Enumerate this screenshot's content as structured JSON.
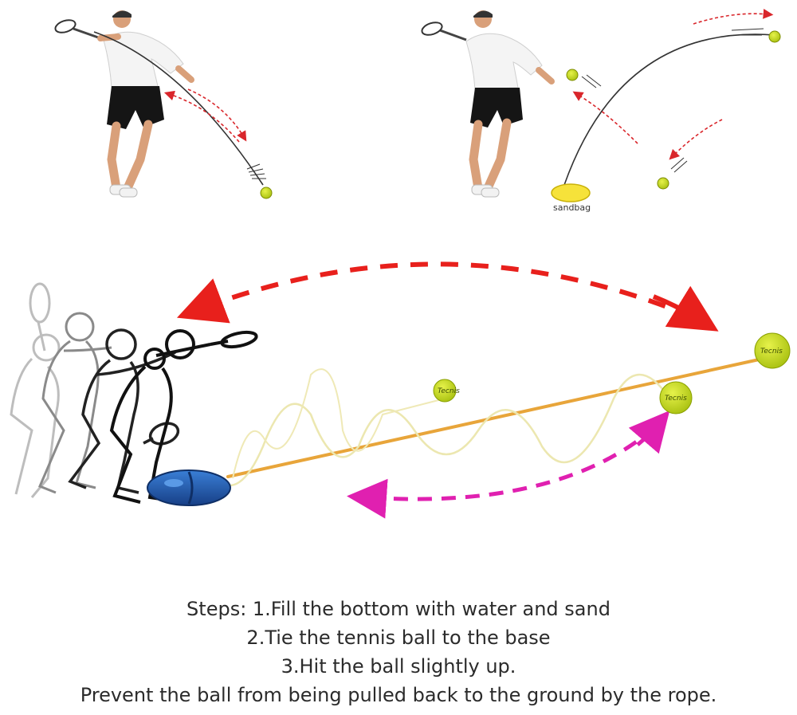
{
  "labels": {
    "sandbag": "sandbag",
    "ball_brand": "Tecnis"
  },
  "instructions": {
    "line1": "Steps: 1.Fill the bottom with water and sand",
    "line2": "2.Tie the tennis ball to the base",
    "line3": "3.Hit the ball slightly up.",
    "line4": "Prevent the ball from being pulled back to the ground by the rope."
  },
  "colors": {
    "red_arrow": "#e8201c",
    "magenta_arrow": "#e020b0",
    "ball": "#c6dc1a",
    "rope": "#e8a53a",
    "string": "#ece7b0",
    "base": "#1f5bb0",
    "sandbag": "#f6e23a"
  }
}
